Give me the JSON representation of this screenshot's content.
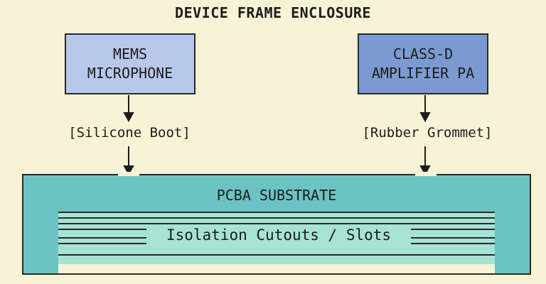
{
  "title": "DEVICE FRAME ENCLOSURE",
  "mic_box": {
    "line1": "MEMS",
    "line2": "MICROPHONE"
  },
  "amp_box": {
    "line1": "CLASS-D",
    "line2": "AMPLIFIER PA"
  },
  "mic_mount": "[Silicone Boot]",
  "amp_mount": "[Rubber Grommet]",
  "pcba": {
    "title": "PCBA SUBSTRATE",
    "slots_label": "Isolation Cutouts / Slots"
  },
  "colors": {
    "background": "#f8f2d6",
    "mic_box": "#b8c8ea",
    "amp_box": "#7c9ad2",
    "pcba": "#6cc3c3",
    "slots": "#a6e3d5"
  }
}
